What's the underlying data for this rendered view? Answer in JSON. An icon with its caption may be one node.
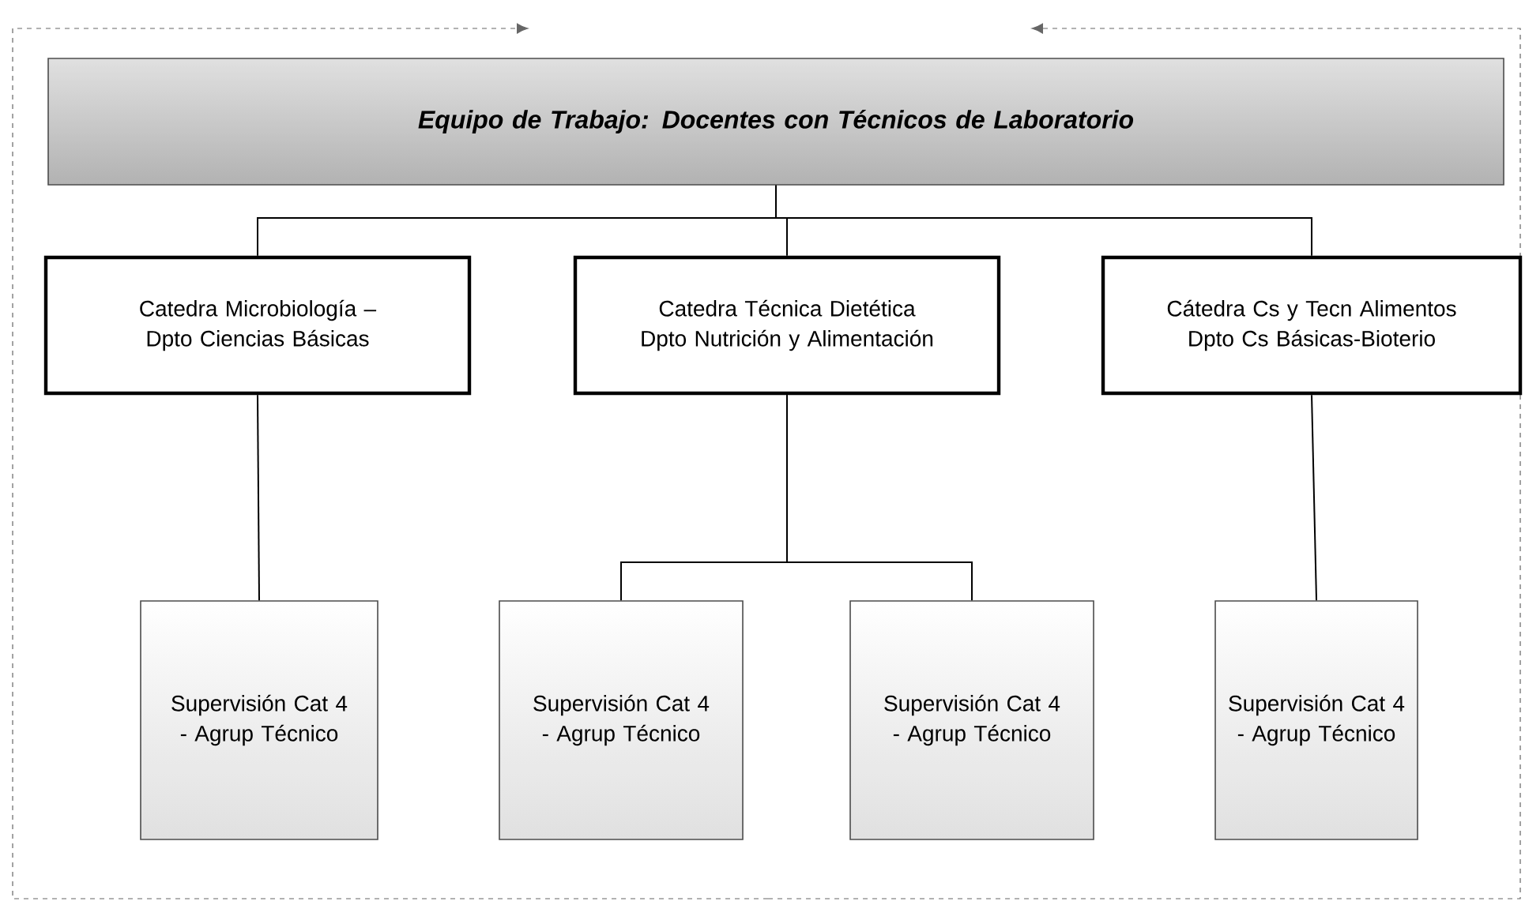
{
  "diagram": {
    "nodes": [
      {
        "text": [
          "Equipo de Trabajo: Docentes con Técnicos de Laboratorio"
        ]
      },
      {
        "text": [
          "Catedra Microbiología – Dpto Ciencias Básicas"
        ]
      },
      {
        "text": [
          "Catedra Técnica Dietética Dpto Nutrición y Alimentación"
        ]
      },
      {
        "text": [
          "Cátedra Cs y Tecn Alimentos Dpto Cs Básicas-Bioterio"
        ]
      },
      {
        "text": [
          "Supervisión Cat 4 - Agrup Técnico"
        ]
      },
      {
        "text": [
          "Supervisión Cat 4 - Agrup Técnico"
        ]
      },
      {
        "text": [
          "Supervisión Cat 4 - Agrup Técnico"
        ]
      },
      {
        "text": [
          "Supervisión Cat 4 - Agrup Técnico"
        ]
      }
    ],
    "edges": [
      {
        "from": 0,
        "to": 1,
        "arrow": "none"
      },
      {
        "from": 0,
        "to": 2,
        "arrow": "none"
      },
      {
        "from": 0,
        "to": 3,
        "arrow": "none"
      },
      {
        "from": 1,
        "to": 4,
        "arrow": "none"
      },
      {
        "from": 2,
        "to": 5,
        "arrow": "none"
      },
      {
        "from": 2,
        "to": 6,
        "arrow": "none"
      },
      {
        "from": 3,
        "to": 7,
        "arrow": "none"
      }
    ]
  }
}
